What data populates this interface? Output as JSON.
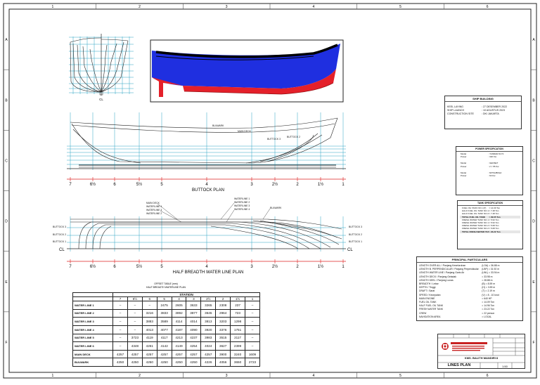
{
  "border": {
    "columns": [
      "1",
      "2",
      "3",
      "4",
      "5",
      "6"
    ],
    "rows": [
      "A",
      "B",
      "C",
      "D",
      "E",
      "F"
    ]
  },
  "body_plan": {
    "centerline_label": "CL"
  },
  "buttock_plan": {
    "title": "BUTTOCK PLAN",
    "stations": [
      "7",
      "6½",
      "6",
      "5½",
      "5",
      "4",
      "3",
      "2½",
      "2",
      "1½",
      "1"
    ],
    "curve_labels": [
      "BULWARK",
      "MAIN DECK",
      "BUTTOCK 3",
      "BUTTOCK 2"
    ]
  },
  "waterline_plan": {
    "title": "HALF BREADTH WATER LINE PLAN",
    "stations": [
      "7",
      "6½",
      "6",
      "5½",
      "5",
      "4",
      "3",
      "2½",
      "2",
      "1½",
      "1"
    ],
    "buttock_labels": [
      "BUTTOCK 3",
      "BUTTOCK 2",
      "BUTTOCK 1"
    ],
    "centerline_label": "CL",
    "labels_left": [
      "MAIN DECK",
      "WATERLINE 4",
      "WATERLINE 3",
      "WATERLINE 2"
    ],
    "labels_right": [
      "WATERLINE 1",
      "WATERLINE 2",
      "WATERLINE 3",
      "WATERLINE 4",
      "BULWARK"
    ]
  },
  "offset_table": {
    "title_lines": [
      "OFFSET TABLE (mm)",
      "HALF BREADTH WATERLINE PLAN"
    ],
    "station_label": "STATION",
    "columns": [
      "7",
      "6½",
      "6",
      "5",
      "4",
      "3",
      "2½",
      "2",
      "1½",
      "1"
    ],
    "rows": [
      {
        "label": "WATER LINE 1",
        "values": [
          "–",
          "–",
          "–",
          "2475",
          "2605",
          "3633",
          "3265",
          "2308",
          "237",
          "–"
        ]
      },
      {
        "label": "WATER LINE 2",
        "values": [
          "–",
          "–",
          "3216",
          "3833",
          "3892",
          "3877",
          "3645",
          "2964",
          "723",
          "–"
        ]
      },
      {
        "label": "WATER LINE 3",
        "values": [
          "–",
          "–",
          "3883",
          "3589",
          "4114",
          "4014",
          "3813",
          "3203",
          "1298",
          "–"
        ]
      },
      {
        "label": "WATER LINE 4",
        "values": [
          "–",
          "–",
          "4013",
          "4077",
          "4187",
          "4090",
          "3920",
          "3376",
          "1751",
          "–"
        ]
      },
      {
        "label": "WATER LINE 5",
        "values": [
          "–",
          "3723",
          "4119",
          "4117",
          "4213",
          "4237",
          "3983",
          "3515",
          "2117",
          "–"
        ]
      },
      {
        "label": "WATER LINE 6",
        "values": [
          "–",
          "4348",
          "4261",
          "4142",
          "4149",
          "4254",
          "4024",
          "3627",
          "2399",
          "–"
        ]
      },
      {
        "label": "MAIN DECK",
        "values": [
          "4257",
          "4257",
          "4257",
          "4257",
          "4257",
          "4257",
          "4257",
          "3900",
          "3240",
          "1609"
        ]
      },
      {
        "label": "BULWARK",
        "values": [
          "4250",
          "4250",
          "4250",
          "4250",
          "4250",
          "4250",
          "4226",
          "4056",
          "3650",
          "2723"
        ]
      }
    ]
  },
  "ship_building": {
    "title": "SHIP BUILDING",
    "rows": [
      {
        "k": "KEEL LAYING",
        "v": ": 27 DESEMBER 2022"
      },
      {
        "k": "SHIP LAUNCH",
        "v": ": 10 AGUSTUS 2023"
      },
      {
        "k": "CONSTRUCTION SITE",
        "v": ": DKI JAKARTA"
      }
    ]
  },
  "power_spec": {
    "title": "POWER SPECIFICATION",
    "rows": [
      {
        "k": "Model",
        "v": ": YANMAR 6LY3"
      },
      {
        "k": "Power",
        "v": ": 320 Kw"
      },
      {
        "k": "Model",
        "v": ": GENSET"
      },
      {
        "k": "Power",
        "v": ": 2 × 55 Kw"
      },
      {
        "k": "Model",
        "v": ": MITSUBISHI"
      },
      {
        "k": "Power",
        "v": ": 60 Kw"
      }
    ]
  },
  "tank_spec": {
    "title": "TANK SPECIFICATION",
    "rows": [
      {
        "k": "FUEL OIL TANK NO.1 (P)",
        "v": "= 14.09 Ton"
      },
      {
        "k": "HALF FUEL OIL TANK NO.1 (S)",
        "v": "= 7.48 Ton"
      },
      {
        "k": "HALF FUEL OIL TANK NO.2 (P)",
        "v": "= 7.48 Ton"
      },
      {
        "k": "TOTAL FUEL OIL TANK",
        "v": "= 29.05 Ton"
      },
      {
        "k": "FRESH WATER TANK NO.1 (P)",
        "v": "= 5.93 Ton"
      },
      {
        "k": "FRESH WATER TANK NO.1 (S)",
        "v": "= 5.93 Ton"
      },
      {
        "k": "FRESH WATER TANK NO.2 (P)",
        "v": "= 5.68 Ton"
      },
      {
        "k": "FRESH WATER TANK NO.2 (S)",
        "v": "= 5.68 Ton"
      },
      {
        "k": "TOTAL FRESH WATER TANK",
        "v": "= 23.22 Ton"
      }
    ]
  },
  "principal": {
    "title": "PRINCIPAL PARTICULARS",
    "rows": [
      {
        "k": "LENGTH OVER ALL / Panjang Keseluruhan",
        "v": "(LOA)   = 36.88 m"
      },
      {
        "k": "LENGTH B. PERPENDICULAR / Panjang Perpendicular",
        "v": "(LBP)   = 31.92 m"
      },
      {
        "k": "LENGTH WATER LINE / Panjang Garis Air",
        "v": "(LWL)   = 33.94 m"
      },
      {
        "k": "LENGTH DECK / Panjang Geladak",
        "v": "= 33.98 m"
      },
      {
        "k": "LENGTH KEEL / Panjang Lunas",
        "v": "= 28.88 m"
      },
      {
        "k": "BREADTH / Lebar",
        "v": "(B)   = 8.59 m"
      },
      {
        "k": "DEPTH / Tinggi",
        "v": "(H)   = 3.59 m"
      },
      {
        "k": "DRAFT / Sarat",
        "v": "(T)   = 2.19 m"
      },
      {
        "k": "SPEED / Kecepatan",
        "v": "(V)   = 8 - 10 knot"
      },
      {
        "k": "MAIN ENGINE",
        "v": "= 640 HP"
      },
      {
        "k": "FUEL OIL TANK",
        "v": "= 14.09 Ton"
      },
      {
        "k": "HALF FUEL OIL TANK",
        "v": "= 14.96 Ton"
      },
      {
        "k": "FRESH WATER TANK",
        "v": "= 23.22 Ton"
      },
      {
        "k": "CREW",
        "v": "= 22 person"
      },
      {
        "k": "NAVIGATION AREA",
        "v": "= LOCAL"
      }
    ]
  },
  "title_block": {
    "ship_name": "KMS. BALITH MANDIRI 8",
    "drawing_title": "LINES PLAN",
    "scale": "1:50"
  }
}
